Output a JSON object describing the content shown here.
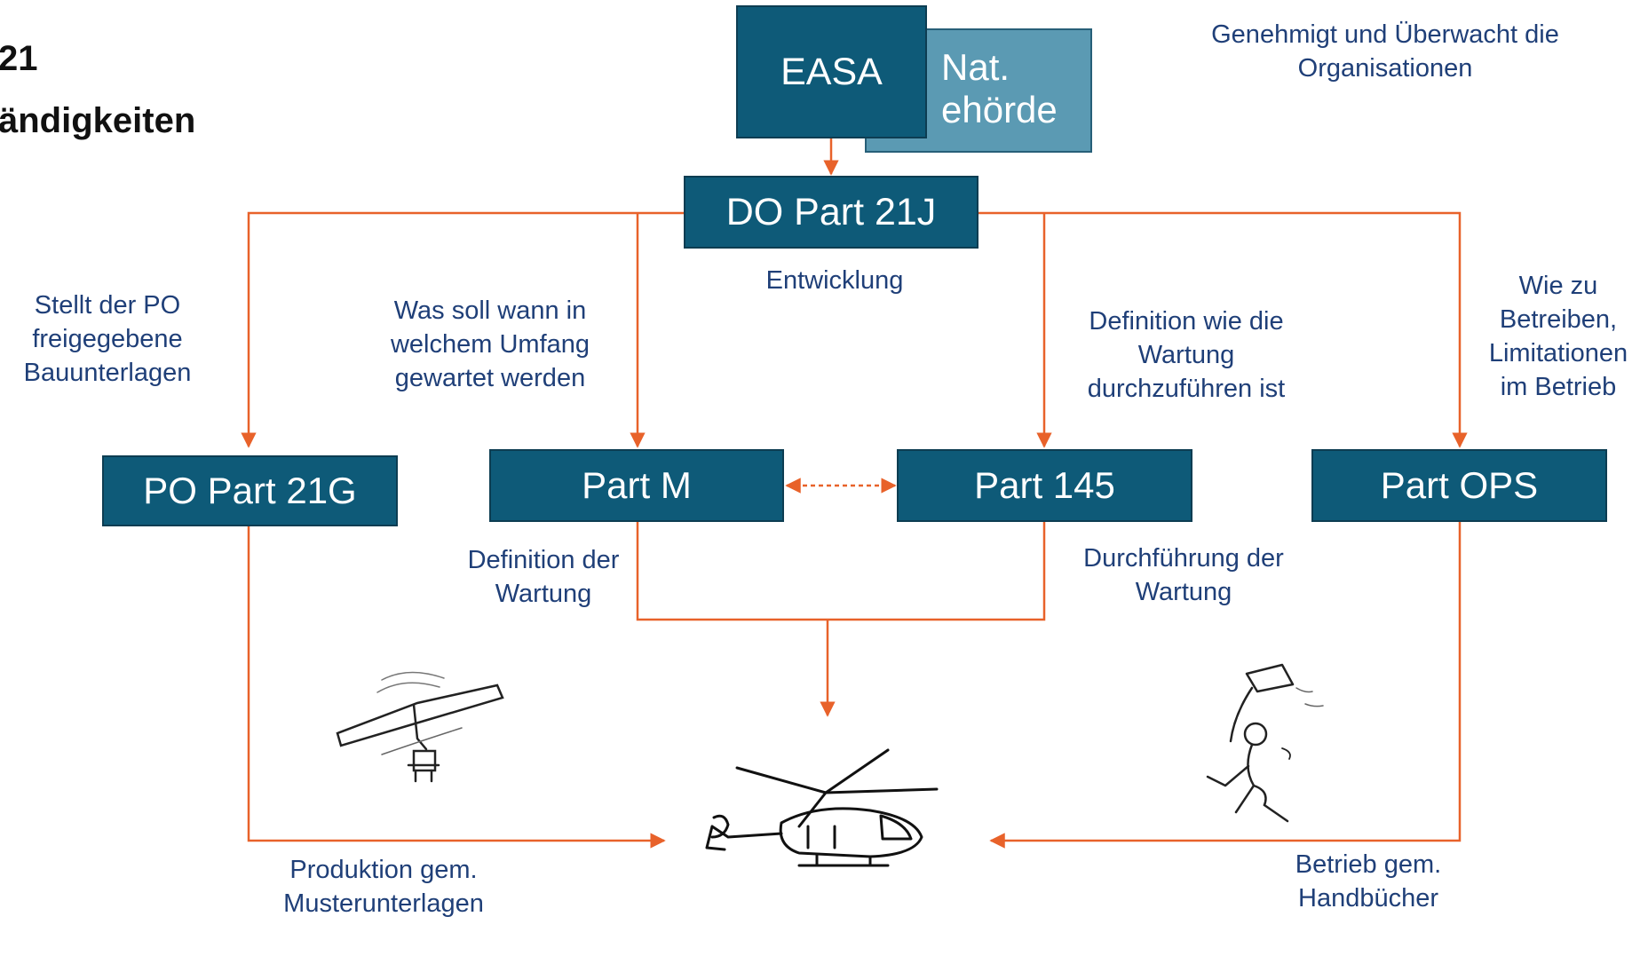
{
  "header": {
    "title_line1": "21",
    "title_line2": "ändigkeiten"
  },
  "boxes": {
    "nat_line1": "Nat.",
    "nat_line2": "ehörde",
    "easa": "EASA",
    "do_part21j": "DO Part 21J",
    "po_part21g": "PO Part 21G",
    "part_m": "Part M",
    "part_145": "Part 145",
    "part_ops": "Part OPS"
  },
  "labels": {
    "authority_role_1": "Genehmigt und Überwacht die",
    "authority_role_2": "Organisationen",
    "entwicklung": "Entwicklung",
    "po_1": "Stellt der PO",
    "po_2": "freigegebene",
    "po_3": "Bauunterlagen",
    "m_1": "Was soll wann in",
    "m_2": "welchem Umfang",
    "m_3": "gewartet werden",
    "w_1": "Definition wie die",
    "w_2": "Wartung",
    "w_3": "durchzuführen ist",
    "ops_1": "Wie zu",
    "ops_2": "Betreiben,",
    "ops_3": "Limitationen",
    "ops_4": "im Betrieb",
    "defwart_1": "Definition der",
    "defwart_2": "Wartung",
    "durchf_1": "Durchführung der",
    "durchf_2": "Wartung",
    "prod_1": "Produktion gem.",
    "prod_2": "Musterunterlagen",
    "betr_1": "Betrieb gem.",
    "betr_2": "Handbücher"
  },
  "colors": {
    "box": "#0e5a78",
    "box_light": "#5b9ab3",
    "arrow": "#e8622a",
    "label": "#1f3f78"
  },
  "icons": [
    "rotor-sketch-icon",
    "helicopter-sketch-icon",
    "figure-sketch-icon"
  ]
}
